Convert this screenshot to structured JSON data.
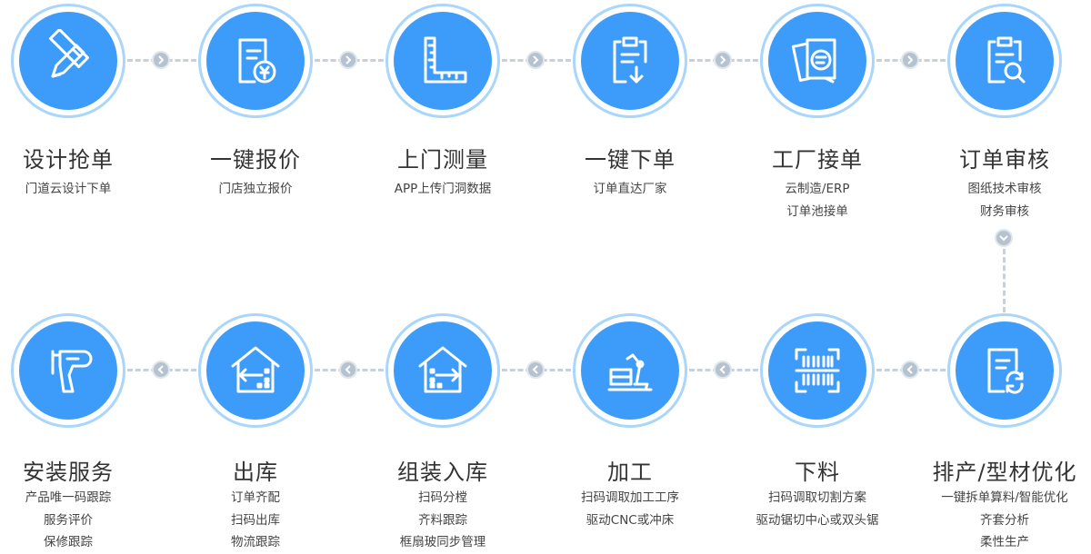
{
  "colors": {
    "accent": "#3d9cf9",
    "ring": "#a9d6fa",
    "connector": "#c7d1db",
    "arrow": "#b5c2cf"
  },
  "steps": [
    {
      "title": "设计抢单",
      "icon": "pencil-ruler-icon",
      "lines": [
        "门道云设计下单"
      ]
    },
    {
      "title": "一键报价",
      "icon": "price-document-icon",
      "lines": [
        "门店独立报价"
      ]
    },
    {
      "title": "上门测量",
      "icon": "l-ruler-icon",
      "lines": [
        "APP上传门洞数据"
      ]
    },
    {
      "title": "一键下单",
      "icon": "order-download-icon",
      "lines": [
        "订单直达厂家"
      ]
    },
    {
      "title": "工厂接单",
      "icon": "documents-stack-icon",
      "lines": [
        "云制造/ERP",
        "订单池接单"
      ]
    },
    {
      "title": "订单审核",
      "icon": "document-search-icon",
      "lines": [
        "图纸技术审核",
        "财务审核"
      ]
    },
    {
      "title": "排产/型材优化",
      "icon": "document-refresh-icon",
      "lines": [
        "一键拆单算料/智能优化",
        "齐套分析",
        "柔性生产"
      ]
    },
    {
      "title": "下料",
      "icon": "barcode-scan-icon",
      "lines": [
        "扫码调取切割方案",
        "驱动锯切中心或双头锯"
      ]
    },
    {
      "title": "加工",
      "icon": "robot-arm-icon",
      "lines": [
        "扫码调取加工工序",
        "驱动CNC或冲床"
      ]
    },
    {
      "title": "组装入库",
      "icon": "warehouse-in-icon",
      "lines": [
        "扫码分樘",
        "齐料跟踪",
        "框扇玻同步管理"
      ]
    },
    {
      "title": "出库",
      "icon": "warehouse-out-icon",
      "lines": [
        "订单齐配",
        "扫码出库",
        "物流跟踪"
      ]
    },
    {
      "title": "安装服务",
      "icon": "drill-icon",
      "lines": [
        "产品唯一码跟踪",
        "服务评价",
        "保修跟踪"
      ]
    }
  ]
}
